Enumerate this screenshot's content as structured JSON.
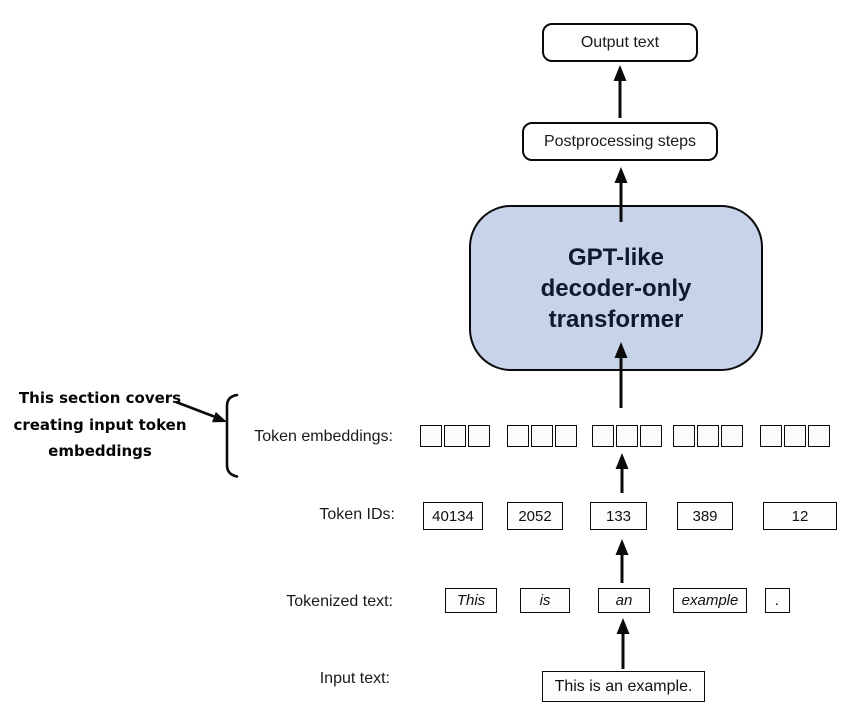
{
  "annotation": {
    "lines": [
      "This section covers",
      "creating input token",
      "embeddings"
    ]
  },
  "pipeline": {
    "output_label": "Output text",
    "postprocessing_label": "Postprocessing steps",
    "transformer_lines": [
      "GPT-like",
      "decoder-only",
      "transformer"
    ]
  },
  "rows": {
    "token_embeddings": {
      "label": "Token embeddings:",
      "group_count": 5,
      "cells_per_group": 3
    },
    "token_ids": {
      "label": "Token IDs:",
      "values": [
        "40134",
        "2052",
        "133",
        "389",
        "12"
      ]
    },
    "tokenized_text": {
      "label": "Tokenized text:",
      "tokens": [
        "This",
        "is",
        "an",
        "example",
        "."
      ]
    },
    "input_text": {
      "label": "Input text:",
      "value": "This is an example."
    }
  },
  "colors": {
    "background": "#ffffff",
    "transformer_fill": "#c6d3e8",
    "transformer_text": "#0d1a2e",
    "box_border": "#0a0a0a",
    "arrow": "#0a0a0a"
  }
}
